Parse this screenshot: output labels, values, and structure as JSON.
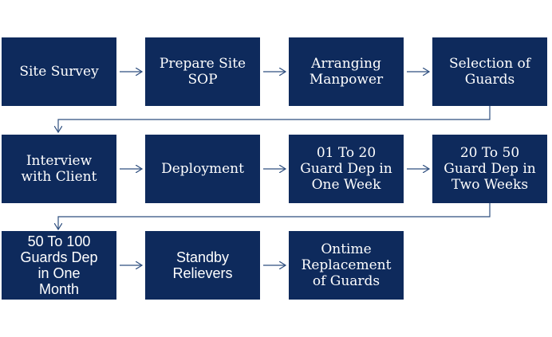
{
  "flow": {
    "row1": [
      "Site Survey",
      "Prepare Site\nSOP",
      "Arranging\nManpower",
      "Selection of\nGuards"
    ],
    "row2": [
      "Interview\nwith Client",
      "Deployment",
      "01 To 20\nGuard Dep in\nOne Week",
      "20 To 50\nGuard Dep in\nTwo Weeks"
    ],
    "row3": [
      "50 To 100\nGuards Dep\nin One\nMonth",
      "Standby\nRelievers",
      "Ontime\nReplacement\nof Guards"
    ]
  },
  "colors": {
    "box": "#0e2a5c",
    "text": "#ffffff",
    "arrow": "#2f4f7f"
  }
}
